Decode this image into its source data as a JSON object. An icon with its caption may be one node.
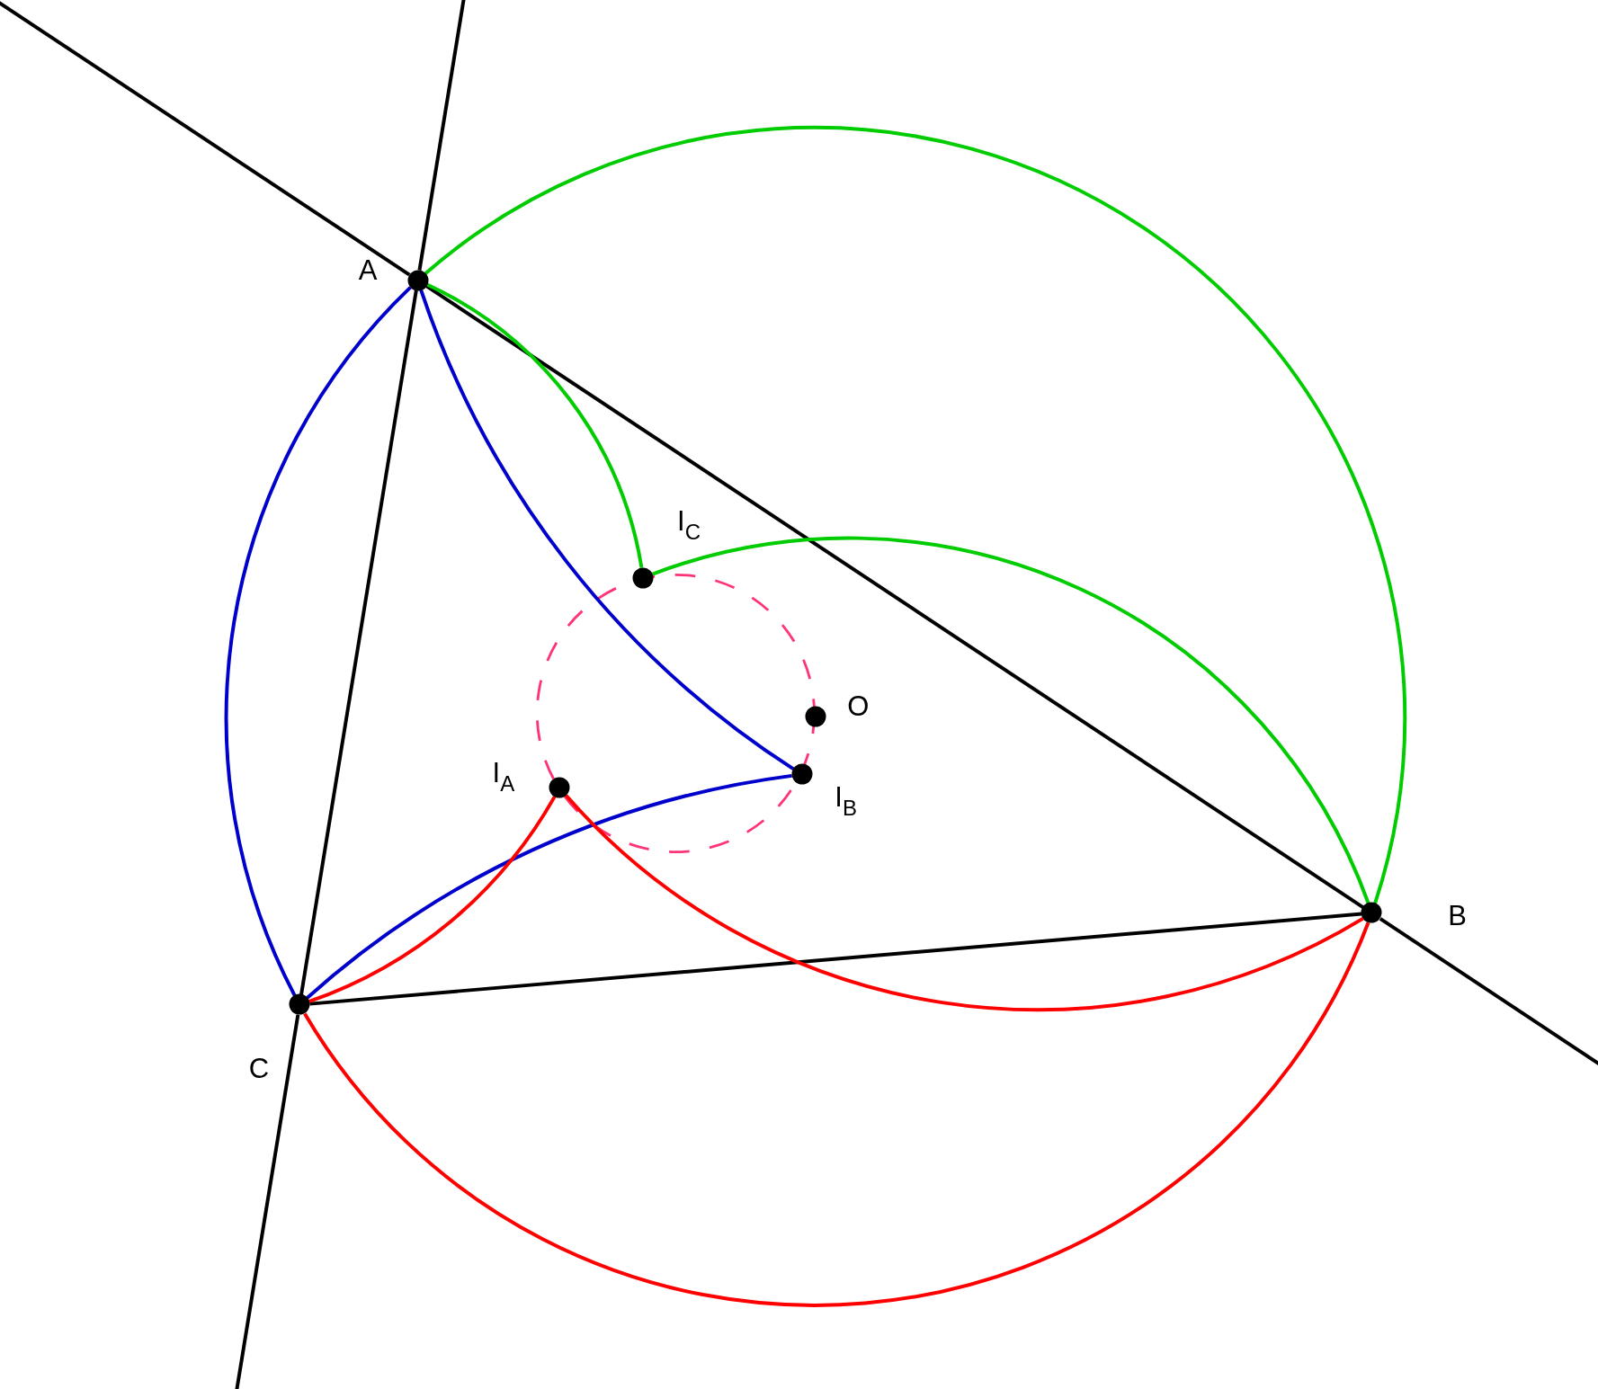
{
  "diagram": {
    "nodes": [
      {
        "text": [],
        "shape": "circle",
        "beside": [
          "A"
        ]
      },
      {
        "text": [],
        "shape": "circle",
        "beside": [
          "B"
        ]
      },
      {
        "text": [],
        "shape": "circle",
        "beside": [
          "C"
        ]
      },
      {
        "text": [],
        "shape": "circle",
        "beside": [
          "O"
        ]
      },
      {
        "text": [],
        "shape": "circle",
        "beside": [
          "I$_{C}$"
        ]
      },
      {
        "text": [],
        "shape": "circle",
        "beside": [
          "I$_{A}$"
        ]
      },
      {
        "text": [],
        "shape": "circle",
        "beside": [
          "I$_{B}$"
        ]
      }
    ],
    "edges": [
      {
        "from": 0,
        "to": 1,
        "arrow": "none"
      },
      {
        "from": 0,
        "to": 2,
        "arrow": "none"
      },
      {
        "from": 2,
        "to": 1,
        "arrow": "none"
      },
      {
        "from": 0,
        "to": 4,
        "arrow": "none",
        "color": "#00cc00"
      },
      {
        "from": 4,
        "to": 1,
        "arrow": "none",
        "color": "#00cc00"
      },
      {
        "from": 0,
        "to": 6,
        "arrow": "none",
        "color": "#0000cc"
      },
      {
        "from": 6,
        "to": 2,
        "arrow": "none",
        "color": "#0000cc"
      },
      {
        "from": 2,
        "to": 5,
        "arrow": "none",
        "color": "#ff0000"
      },
      {
        "from": 5,
        "to": 1,
        "arrow": "none",
        "color": "#ff0000"
      },
      {
        "from": 0,
        "to": 1,
        "arrow": "none",
        "color": "#00cc00"
      },
      {
        "from": 0,
        "to": 2,
        "arrow": "none",
        "color": "#0000cc"
      },
      {
        "from": 2,
        "to": 1,
        "arrow": "none",
        "color": "#ff0000"
      }
    ]
  }
}
